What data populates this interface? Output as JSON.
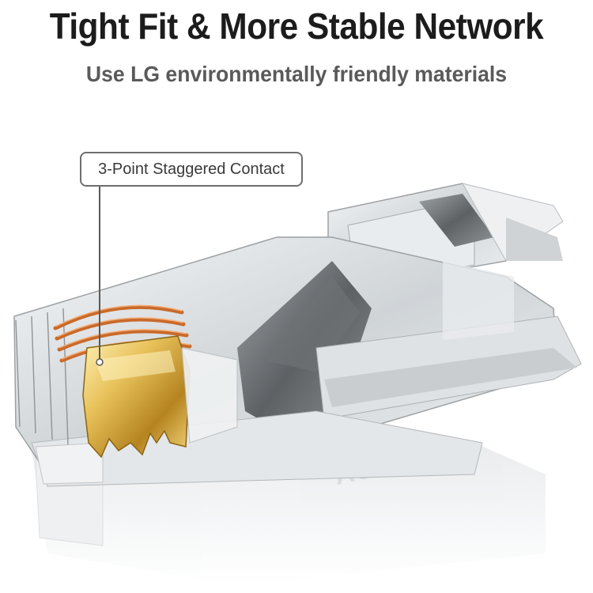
{
  "header": {
    "title": "Tight Fit & More Stable Network",
    "subtitle": "Use LG environmentally friendly materials"
  },
  "callout": {
    "label": "3-Point Staggered Contact"
  },
  "product": {
    "name": "rj45-connector-photo",
    "engraving": "GAOUA",
    "colors": {
      "contact_gold": "#d9a83a",
      "wire_orange": "#c96a2b",
      "plastic_clear": "#d8dde0"
    }
  }
}
